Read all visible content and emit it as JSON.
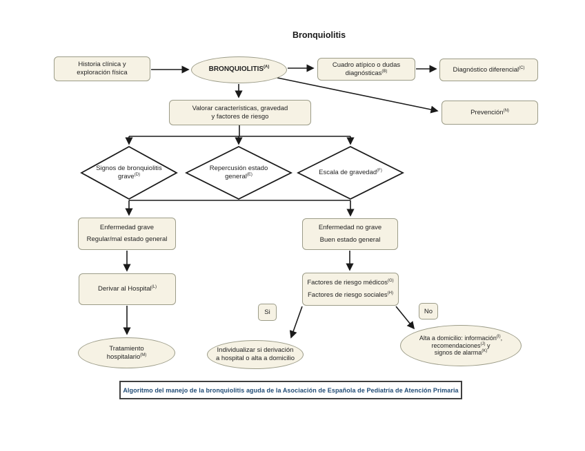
{
  "title": "Bronquiolitis",
  "caption": "Algoritmo del manejo de la bronquiolitis aguda de la Asociación de Española de Pediatría de Atención Primaria",
  "labels": {
    "si": "Si",
    "no": "No"
  },
  "nodes": {
    "historia": {
      "line1": "Historia clínica y",
      "line2": "exploración física"
    },
    "bronquiolitis": {
      "label": "BRONQUIOLITIS",
      "sup": "(A)"
    },
    "cuadro": {
      "line1": "Cuadro atípico o dudas",
      "line2": "diagnósticas",
      "sup": "(B)"
    },
    "diagnostico": {
      "label": "Diagnóstico diferencial",
      "sup": "(C)"
    },
    "valorar": {
      "line1": "Valorar características, gravedad",
      "line2": "y factores de riesgo"
    },
    "prevencion": {
      "label": "Prevención",
      "sup": "(N)"
    },
    "signos": {
      "line1": "Signos de bronquiolitis",
      "line2": "grave",
      "sup": "(D)"
    },
    "repercusion": {
      "line1": "Repercusión estado",
      "line2": "general",
      "sup": "(E)"
    },
    "escala": {
      "label": "Escala de gravedad",
      "sup": "(F)"
    },
    "enf_grave": {
      "line1": "Enfermedad grave",
      "line2": "Regular/mal estado general"
    },
    "enf_no_grave": {
      "line1": "Enfermedad no grave",
      "line2": "Buen estado general"
    },
    "derivar": {
      "label": "Derivar al Hospital",
      "sup": "(L)"
    },
    "factores": {
      "line1": "Factores de riesgo médicos",
      "sup1": "(G)",
      "line2": "Factores de riesgo sociales",
      "sup2": "(H)"
    },
    "tratamiento": {
      "line1": "Tratamiento",
      "line2": "hospitalario",
      "sup": "(M)"
    },
    "individualizar": {
      "line1": "Individualizar si derivación",
      "line2": "a hospital o alta a domicilio"
    },
    "alta": {
      "line1": "Alta a domicilio: información",
      "sup1": "(I)",
      "tail1": ",",
      "line2": "recomendaciones",
      "sup2": "(J)",
      "tail2": " y",
      "line3": "signos de alarma",
      "sup3": "(K)"
    }
  },
  "colors": {
    "node_fill": "#f6f2e4",
    "node_border": "#9b9b87",
    "line": "#1a1a1a",
    "caption_text": "#1f4a74"
  }
}
